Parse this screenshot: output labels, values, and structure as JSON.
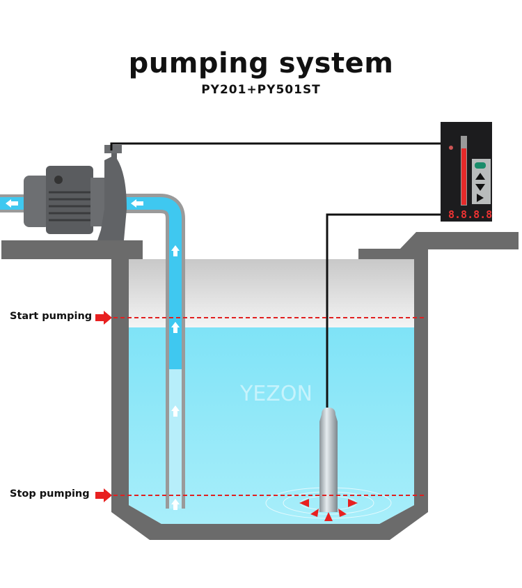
{
  "title": "pumping system",
  "subtitle": "PY201+PY501ST",
  "levels": {
    "start_label": "Start pumping",
    "stop_label": "Stop pumping"
  },
  "watermark": "YEZON",
  "controller": {
    "display": "8.8.8.8",
    "bar_fill_percent": 80
  },
  "colors": {
    "water": "#8ee6f6",
    "pipe_water": "#3fc8f0",
    "tank_wall": "#666666",
    "level_line": "#e02020",
    "arrow": "#e82020"
  },
  "icons": [
    "pump-icon",
    "controller-icon",
    "pressure-sensor-icon",
    "flow-arrow-icon"
  ]
}
